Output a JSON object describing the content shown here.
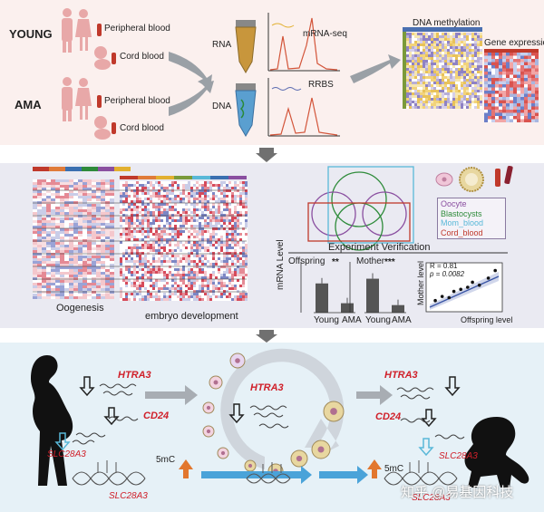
{
  "panel1": {
    "groups": [
      {
        "name": "YOUNG",
        "samples": [
          "Peripheral blood",
          "Cord blood"
        ]
      },
      {
        "name": "AMA",
        "samples": [
          "Peripheral blood",
          "Cord blood"
        ]
      }
    ],
    "assays": [
      {
        "molecule": "RNA",
        "method": "mRNA-seq"
      },
      {
        "molecule": "DNA",
        "method": "RRBS"
      }
    ],
    "heatmap_titles": {
      "methylation": "DNA methylation",
      "expression": "Gene expression"
    },
    "colors": {
      "bg": "#fbf0ee",
      "arrow": "#9aa0a6",
      "blood_tube": "#c0392b"
    }
  },
  "panel2": {
    "labels": {
      "left": "Oogenesis",
      "right": "embryo development"
    },
    "legend": [
      {
        "label": "Oocyte",
        "color": "#8a4fa0"
      },
      {
        "label": "Blastocysts",
        "color": "#2e8b3a"
      },
      {
        "label": "Mom_blood",
        "color": "#59b8d8"
      },
      {
        "label": "Cord_blood",
        "color": "#c0392b"
      }
    ],
    "verification": {
      "title": "Experiment Verification",
      "bar_charts": [
        {
          "title": "Offspring",
          "significance": "**",
          "ylabel": "mRNA Level",
          "categories": [
            "Young",
            "AMA"
          ],
          "values": [
            0.62,
            0.2
          ]
        },
        {
          "title": "Mother",
          "significance": "***",
          "ylabel": "",
          "categories": [
            "Young",
            "AMA"
          ],
          "values": [
            0.72,
            0.16
          ]
        }
      ],
      "scatter": {
        "stats": {
          "r": "R = 0.81",
          "p": "p = 0.0082"
        },
        "xlabel": "Offspring level",
        "ylabel": "Mother level",
        "points": [
          [
            0.08,
            0.18
          ],
          [
            0.18,
            0.28
          ],
          [
            0.28,
            0.25
          ],
          [
            0.35,
            0.4
          ],
          [
            0.45,
            0.45
          ],
          [
            0.55,
            0.5
          ],
          [
            0.62,
            0.62
          ],
          [
            0.72,
            0.55
          ],
          [
            0.85,
            0.72
          ],
          [
            0.95,
            0.9
          ]
        ]
      }
    },
    "colors": {
      "bg": "#eaeaf2",
      "bar": "#555555",
      "fit": "#3a55a5"
    }
  },
  "panel3": {
    "left": {
      "gene_top": "HTRA3",
      "gene_mid": "CD24",
      "slc_top": "SLC28A3",
      "slc_bottom": "SLC28A3"
    },
    "center": {
      "gene": "HTRA3"
    },
    "right": {
      "gene_top": "HTRA3",
      "gene_mid": "CD24",
      "slc_top": "SLC28A3",
      "slc_bottom": "SLC28A3"
    },
    "mark_left": "5mC",
    "mark_right": "5mC",
    "watermark": "知乎 @易基因科技",
    "colors": {
      "bg": "#e6f1f7",
      "gene": "#d0202a",
      "up_arrow": "#e2772e",
      "flow_arrow": "#4aa3d9",
      "cycle": "#cfd5dc",
      "hollow_arrow": "#59b8d8"
    }
  }
}
